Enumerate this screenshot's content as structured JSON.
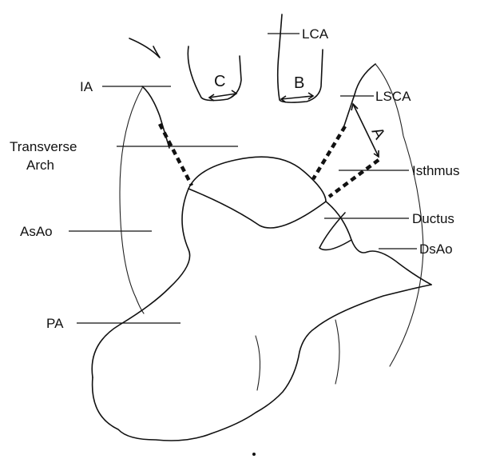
{
  "labels": {
    "lca": "LCA",
    "ia": "IA",
    "lsca": "LSCA",
    "transverse_line1": "Transverse",
    "transverse_line2": "Arch",
    "isthmus": "Isthmus",
    "ductus": "Ductus",
    "asao": "AsAo",
    "dsao": "DsAo",
    "pa": "PA"
  },
  "segment_markers": {
    "a": "A",
    "b": "B",
    "c": "C"
  },
  "colors": {
    "ink": "#111111",
    "background": "#ffffff"
  }
}
